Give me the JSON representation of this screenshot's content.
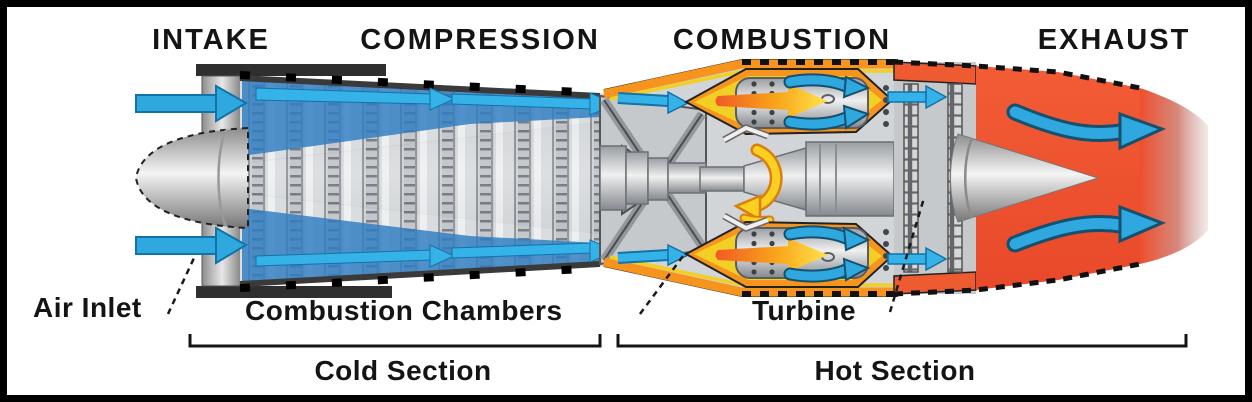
{
  "sections": {
    "intake": "INTAKE",
    "compression": "COMPRESSION",
    "combustion": "COMBUSTION",
    "exhaust": "EXHAUST"
  },
  "callouts": {
    "air_inlet": "Air Inlet",
    "combustion_chambers": "Combustion Chambers",
    "turbine": "Turbine"
  },
  "zones": {
    "cold": "Cold Section",
    "hot": "Hot Section"
  },
  "colors": {
    "airflow_blue": "#2FA8DF",
    "compressor_blue": "#2E7DC2",
    "casing_orange": "#F7941D",
    "lining_yellow": "#F2CF25",
    "flame_orange": "#F15A24",
    "flame_yellow": "#FFE34D",
    "exhaust_red": "#EE4F2D",
    "metal_gray": "#C9C9C9",
    "text_black": "#141414"
  }
}
